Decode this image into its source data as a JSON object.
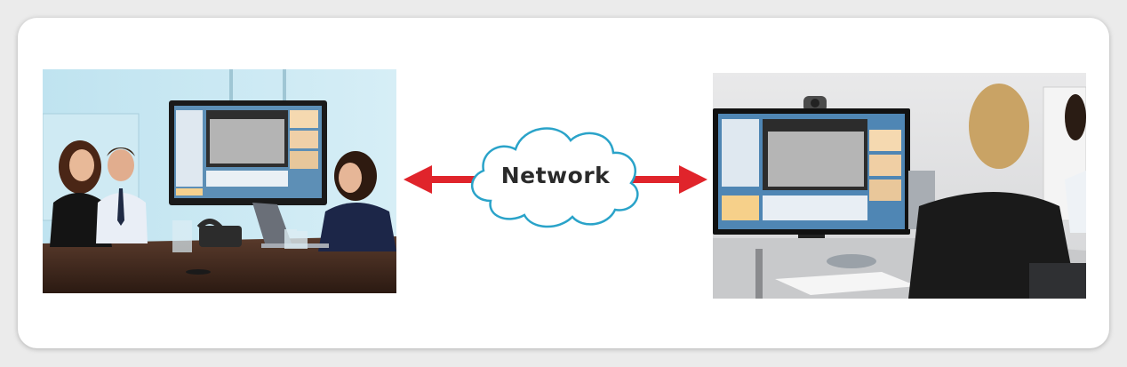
{
  "diagram": {
    "center_label": "Network",
    "arrow_color": "#e0242b",
    "cloud_color": "#2aa3c9"
  },
  "left_scene": {
    "description_icon": "conference-room-photo"
  },
  "right_scene": {
    "description_icon": "video-conference-photo"
  }
}
